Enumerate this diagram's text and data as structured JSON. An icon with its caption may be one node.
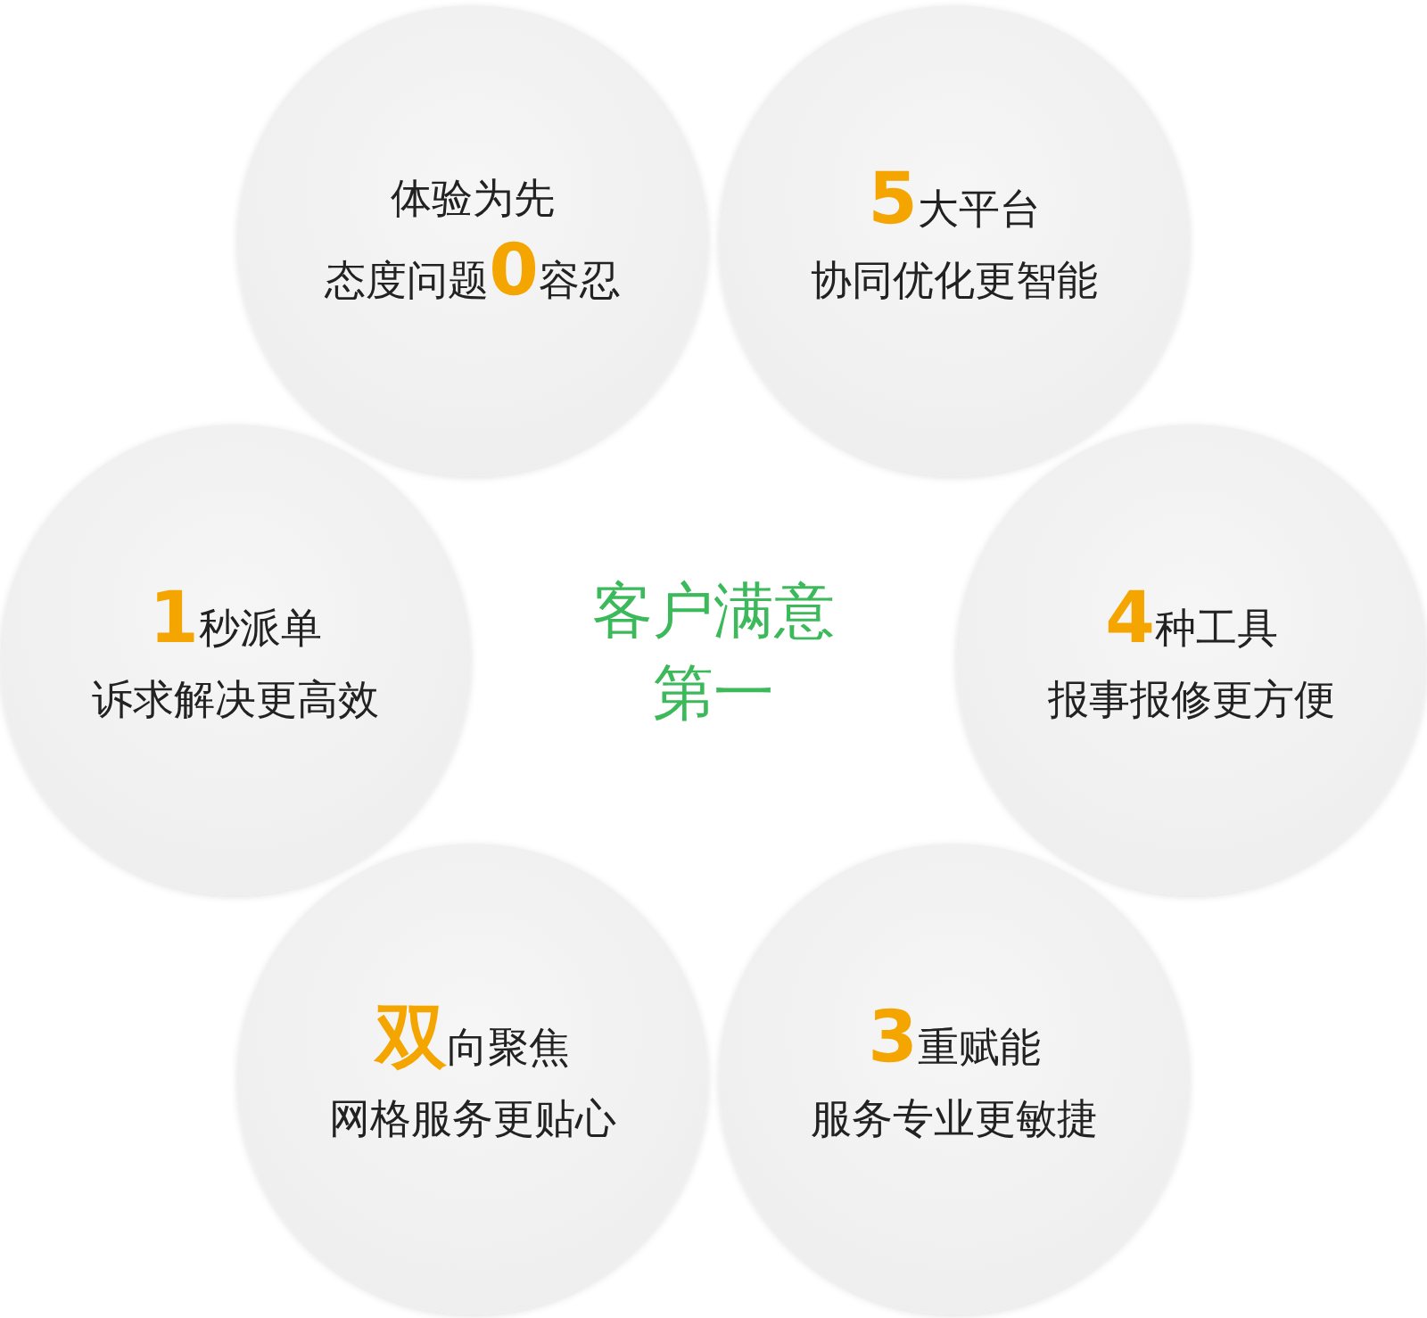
{
  "diagram": {
    "nodes": [
      {
        "text": [
          "体验为先",
          "态度问题**0**容忍"
        ]
      },
      {
        "text": [
          "**5**大平台",
          "协同优化更智能"
        ]
      },
      {
        "text": [
          "**1**秒派单",
          "诉求解决更高效"
        ]
      },
      {
        "text": [
          "**4**种工具",
          "报事报修更方便"
        ]
      },
      {
        "text": [
          "**双**向聚焦",
          "网格服务更贴心"
        ]
      },
      {
        "text": [
          "**3**重赋能",
          "服务专业更敏捷"
        ]
      }
    ],
    "labels": [
      "客户满意第一"
    ]
  }
}
